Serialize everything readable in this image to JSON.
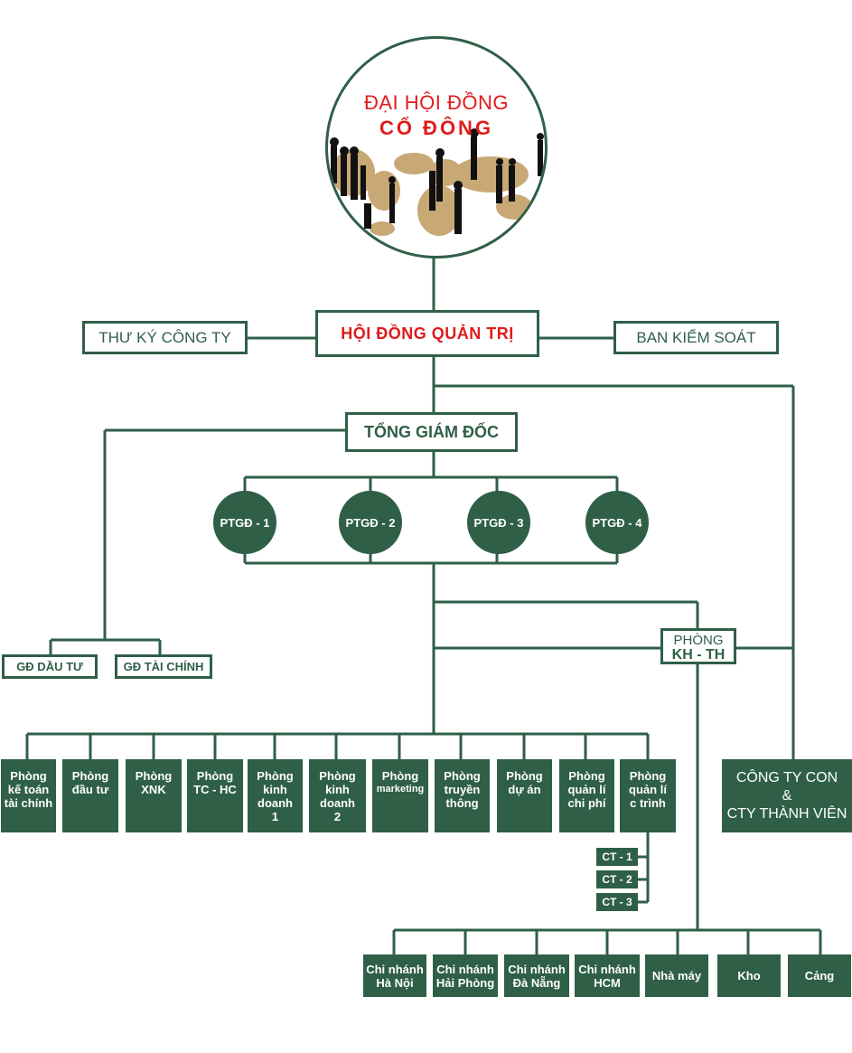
{
  "top": {
    "line1": "ĐẠI HỘI ĐỒNG",
    "line2": "CỔ ĐÔNG"
  },
  "board": "HỘI ĐỒNG QUẢN TRỊ",
  "secretary": "THƯ KÝ CÔNG TY",
  "supervisory": "BAN KIỂM SOÁT",
  "ceo": "TỔNG GIÁM ĐỐC",
  "deputies": [
    "PTGĐ - 1",
    "PTGĐ - 2",
    "PTGĐ - 3",
    "PTGĐ - 4"
  ],
  "investment": "GĐ DẦU TƯ",
  "finance": "GĐ TÀI CHÍNH",
  "planning": {
    "line1": "PHÒNG",
    "line2": "KH - TH"
  },
  "departments": [
    [
      "Phòng",
      "kế toán",
      "tài chính"
    ],
    [
      "Phòng",
      "đầu tư"
    ],
    [
      "Phòng",
      "XNK"
    ],
    [
      "Phòng",
      "TC - HC"
    ],
    [
      "Phòng",
      "kinh",
      "doanh",
      "1"
    ],
    [
      "Phòng",
      "kinh",
      "doanh",
      "2"
    ],
    [
      "Phòng",
      "marketing"
    ],
    [
      "Phòng",
      "truyền",
      "thông"
    ],
    [
      "Phòng",
      "dự án"
    ],
    [
      "Phòng",
      "quản lí",
      "chi phí"
    ],
    [
      "Phòng",
      "quản lí",
      "c trình"
    ]
  ],
  "subsidiary": {
    "line1": "CÔNG TY CON",
    "line2": "&",
    "line3": "CTY THÀNH VIÊN"
  },
  "construction": [
    "CT - 1",
    "CT - 2",
    "CT - 3"
  ],
  "branches": [
    [
      "Chi nhánh",
      "Hà Nội"
    ],
    [
      "Chi nhánh",
      "Hải Phòng"
    ],
    [
      "Chi nhánh",
      "Đà Nẵng"
    ],
    [
      "Chi nhánh",
      "HCM"
    ],
    [
      "Nhà máy"
    ],
    [
      "Kho"
    ],
    [
      "Cảng"
    ]
  ],
  "colors": {
    "primary": "#2f5f47",
    "accent": "#e01b1b",
    "map": "#c8a874"
  }
}
